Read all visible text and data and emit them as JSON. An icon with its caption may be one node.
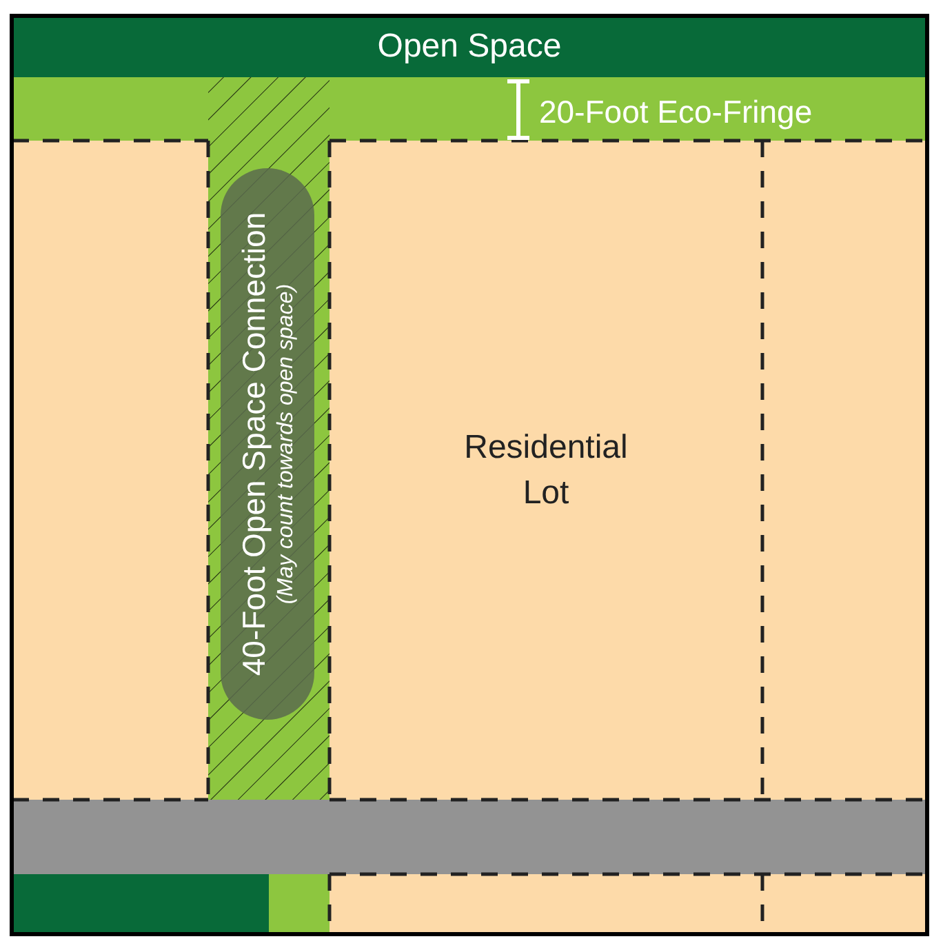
{
  "diagram": {
    "nodes": [
      {
        "text": [
          "Open Space"
        ]
      },
      {
        "text": [
          "20-Foot Eco-Fringe"
        ]
      },
      {
        "text": [
          "40-Foot Open Space Connection",
          "(May count towards open space)"
        ]
      },
      {
        "text": [
          "Residential Lot"
        ]
      }
    ],
    "edges": []
  }
}
